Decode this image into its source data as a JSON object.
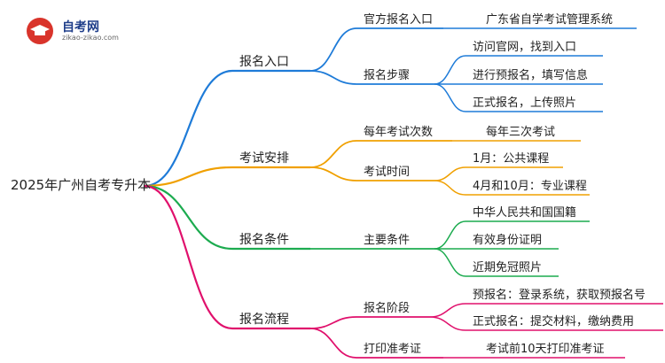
{
  "logo": {
    "name": "自考网",
    "url_text": "zikao-zikao.com"
  },
  "root": "2025年广州自考专升本",
  "colors": {
    "blue": "#1e7bd8",
    "orange": "#f0a000",
    "green": "#1cab4f",
    "red": "#e0106c"
  },
  "branches": [
    {
      "label": "报名入口",
      "color": "blue",
      "children": [
        {
          "label": "官方报名入口",
          "children": [
            "广东省自学考试管理系统"
          ]
        },
        {
          "label": "报名步骤",
          "children": [
            "访问官网，找到入口",
            "进行预报名，填写信息",
            "正式报名，上传照片"
          ]
        }
      ]
    },
    {
      "label": "考试安排",
      "color": "orange",
      "children": [
        {
          "label": "每年考试次数",
          "children": [
            "每年三次考试"
          ]
        },
        {
          "label": "考试时间",
          "children": [
            "1月：公共课程",
            "4月和10月：专业课程"
          ]
        }
      ]
    },
    {
      "label": "报名条件",
      "color": "green",
      "children": [
        {
          "label": "主要条件",
          "children": [
            "中华人民共和国国籍",
            "有效身份证明",
            "近期免冠照片"
          ]
        }
      ]
    },
    {
      "label": "报名流程",
      "color": "red",
      "children": [
        {
          "label": "报名阶段",
          "children": [
            "预报名：登录系统，获取预报名号",
            "正式报名：提交材料，缴纳费用"
          ]
        },
        {
          "label": "打印准考证",
          "children": [
            "考试前10天打印准考证"
          ]
        }
      ]
    }
  ]
}
